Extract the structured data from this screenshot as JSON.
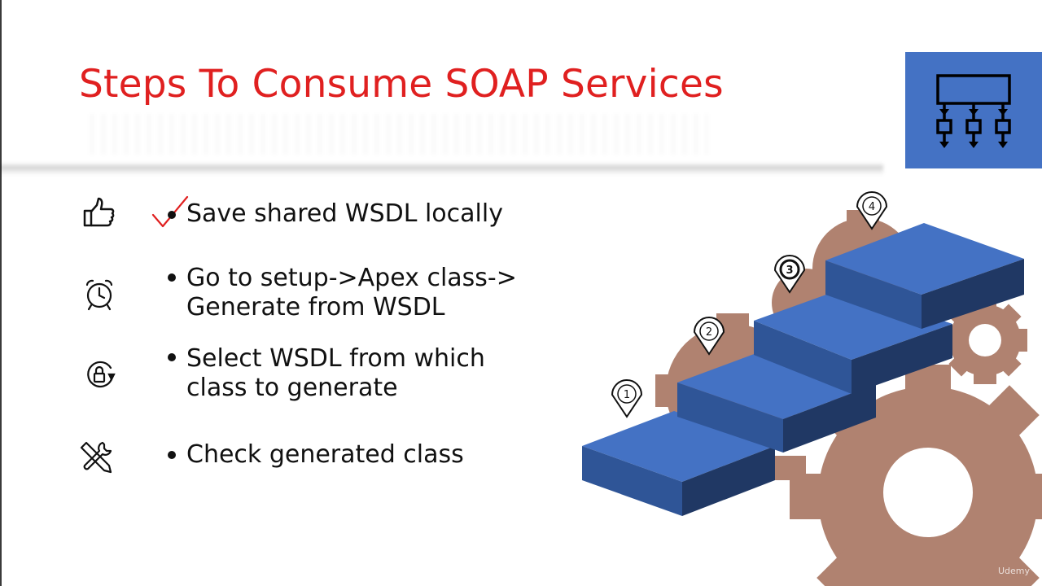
{
  "slide": {
    "title": "Steps To Consume SOAP Services",
    "bullets": [
      {
        "text_lines": [
          "Save shared WSDL locally"
        ],
        "icon": "thumbs-up-icon",
        "checked": true
      },
      {
        "text_lines": [
          "Go to setup->Apex class->",
          "Generate from WSDL"
        ],
        "icon": "alarm-clock-icon",
        "checked": false
      },
      {
        "text_lines": [
          "Select WSDL from which",
          "class to generate"
        ],
        "icon": "lock-refresh-icon",
        "checked": false
      },
      {
        "text_lines": [
          "Check generated class"
        ],
        "icon": "tools-icon",
        "checked": false
      }
    ],
    "step_markers": [
      "1",
      "2",
      "3",
      "4"
    ],
    "header_icon": "hierarchy-diagram-icon",
    "watermark": "Udemy"
  },
  "colors": {
    "title": "#e02020",
    "blue_box": "#4472c4",
    "stair_top": "#4472c4",
    "stair_front": "#2f5597",
    "stair_side": "#203864",
    "gear": "#b08270",
    "check": "#e02020"
  }
}
